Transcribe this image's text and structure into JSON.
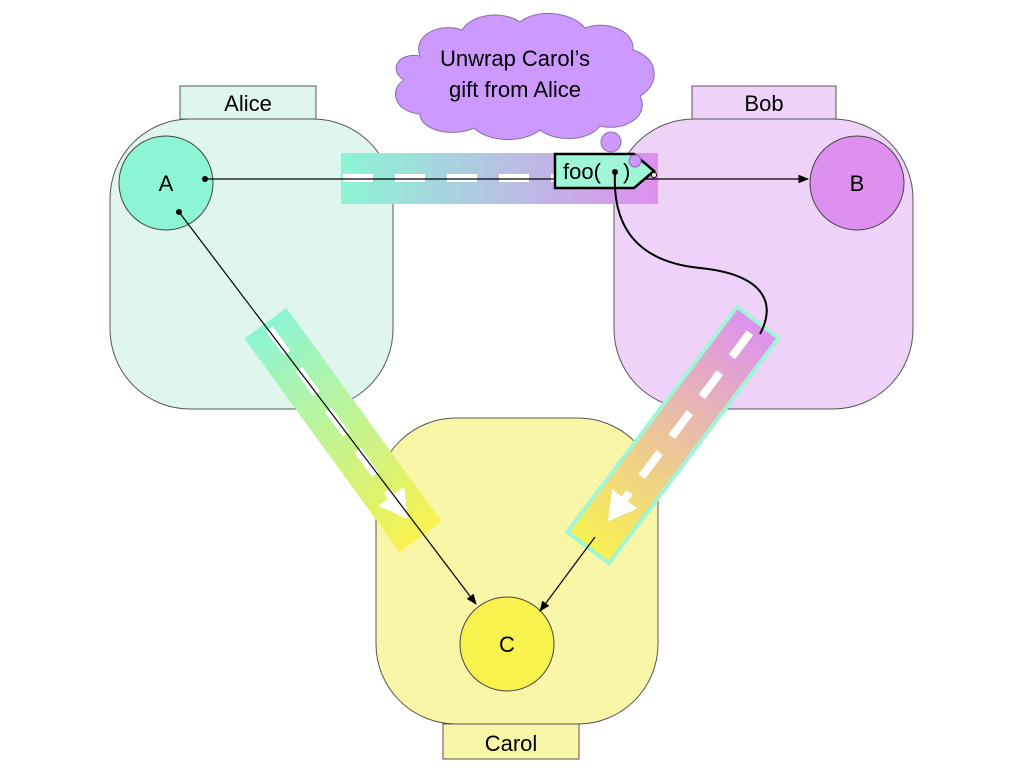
{
  "vats": {
    "alice": {
      "label": "Alice",
      "color": "#dff6ee",
      "tab_color": "#dff6ee"
    },
    "bob": {
      "label": "Bob",
      "color": "#efd2f7",
      "tab_color": "#efd2f7"
    },
    "carol": {
      "label": "Carol",
      "color": "#faf6a8",
      "tab_color": "#faf6a8"
    }
  },
  "objects": {
    "a": {
      "label": "A",
      "color": "#8cf5d5"
    },
    "b": {
      "label": "B",
      "color": "#dd90ef"
    },
    "c": {
      "label": "C",
      "color": "#f8f24f"
    }
  },
  "message": {
    "text_prefix": "foo(",
    "text_suffix": ")",
    "fill": "#9ff6d6"
  },
  "thought_bubble": {
    "lines": [
      "Unwrap Carol’s",
      "gift from Alice"
    ],
    "color": "#cc99ff"
  },
  "colors": {
    "alice_accent": "#8cf5d5",
    "bob_accent": "#dd90ef",
    "carol_accent": "#f8f24f",
    "conduit_outline": "#9ff6d6"
  }
}
